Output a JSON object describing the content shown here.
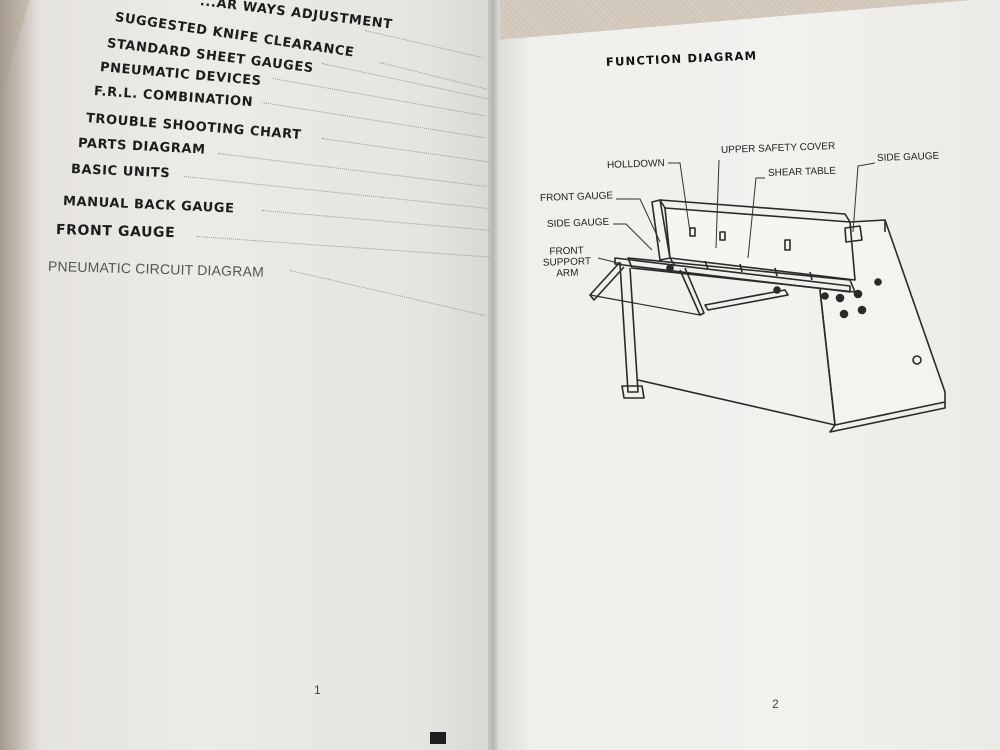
{
  "toc": {
    "items": [
      "...AR WAYS ADJUSTMENT",
      "SUGGESTED   KNIFE   CLEARANCE",
      "STANDARD SHEET GAUGES",
      "PNEUMATIC DEVICES",
      "F.R.L. COMBINATION",
      "TROUBLE SHOOTING CHART",
      "PARTS DIAGRAM",
      "BASIC UNITS",
      "MANUAL BACK GAUGE",
      "FRONT   GAUGE"
    ],
    "last_item": "PNEUMATIC CIRCUIT DIAGRAM"
  },
  "left_page_number": "1",
  "right_page_number": "2",
  "diagram": {
    "title": "FUNCTION   DIAGRAM",
    "labels": {
      "holldown": "HOLLDOWN",
      "upper_safety_cover": "UPPER SAFETY COVER",
      "side_gauge_right": "SIDE GAUGE",
      "shear_table": "SHEAR TABLE",
      "front_gauge": "FRONT GAUGE",
      "side_gauge_left": "SIDE GAUGE",
      "front_support_arm_1": "FRONT",
      "front_support_arm_2": "SUPPORT",
      "front_support_arm_3": "ARM"
    }
  }
}
